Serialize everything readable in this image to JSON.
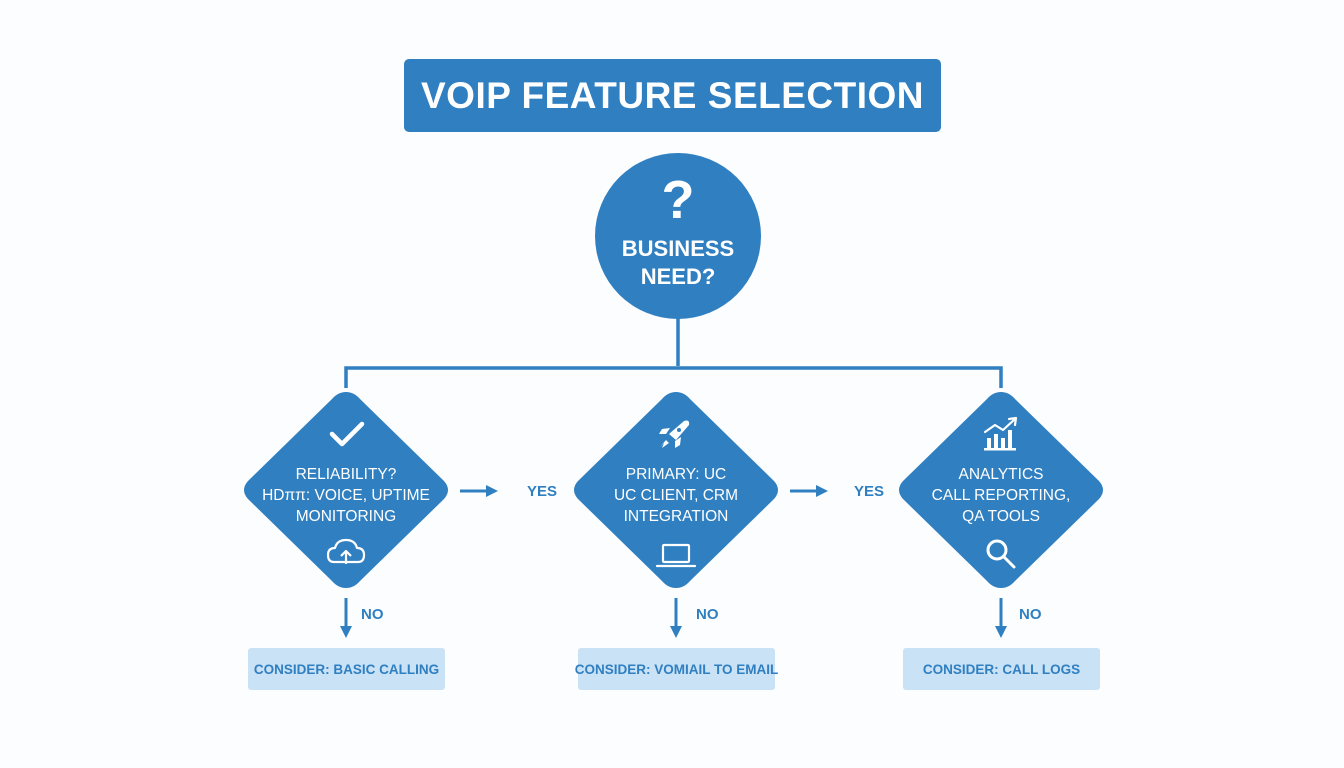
{
  "title": "VOIP FEATURE SELECTION",
  "hub": {
    "icon": "question-mark-icon",
    "symbol": "?",
    "line1": "BUSINESS",
    "line2": "NEED?"
  },
  "decisions": [
    {
      "icon_top": "checkmark-icon",
      "icon_bottom": "cloud-upload-icon",
      "lines": [
        "RELIABILITY?",
        "HDππ: VOICE, UPTIME",
        "MONITORING"
      ],
      "yes_label": "YES",
      "no_label": "NO",
      "consider": "CONSIDER: BASIC CALLING"
    },
    {
      "icon_top": "rocket-icon",
      "icon_bottom": "laptop-icon",
      "lines": [
        "PRIMARY: UC",
        "UC CLIENT, CRM",
        "INTEGRATION"
      ],
      "yes_label": "YES",
      "no_label": "NO",
      "consider": "CONSIDER: VOMIAIL TO EMAIL"
    },
    {
      "icon_top": "bar-chart-icon",
      "icon_bottom": "magnifier-icon",
      "lines": [
        "ANALYTICS",
        "CALL REPORTING,",
        "QA TOOLS"
      ],
      "no_label": "NO",
      "consider": "CONSIDER: CALL LOGS"
    }
  ],
  "colors": {
    "primary": "#2f7fc1",
    "light": "#c9e2f6",
    "background": "#fbfdfe"
  }
}
